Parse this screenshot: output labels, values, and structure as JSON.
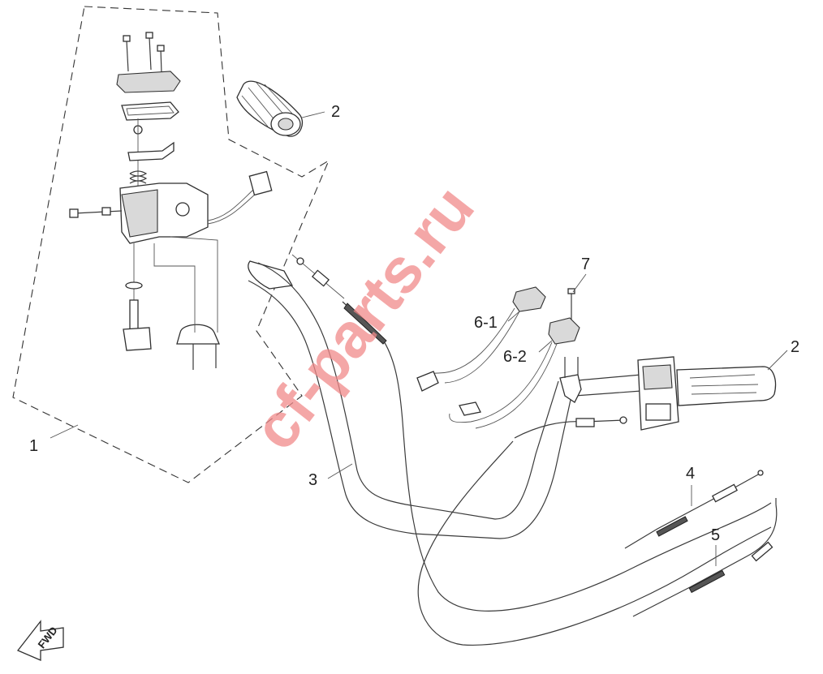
{
  "callouts": [
    {
      "id": "1",
      "label": "1"
    },
    {
      "id": "2a",
      "label": "2"
    },
    {
      "id": "2b",
      "label": "2"
    },
    {
      "id": "3",
      "label": "3"
    },
    {
      "id": "4",
      "label": "4"
    },
    {
      "id": "5",
      "label": "5"
    },
    {
      "id": "6-1",
      "label": "6-1"
    },
    {
      "id": "6-2",
      "label": "6-2"
    },
    {
      "id": "7",
      "label": "7"
    }
  ],
  "watermark": "cf-parts.ru",
  "direction_marker": "FWD",
  "colors": {
    "line": "#3a3a3a",
    "watermark": "#f08a8a",
    "background": "#ffffff"
  }
}
